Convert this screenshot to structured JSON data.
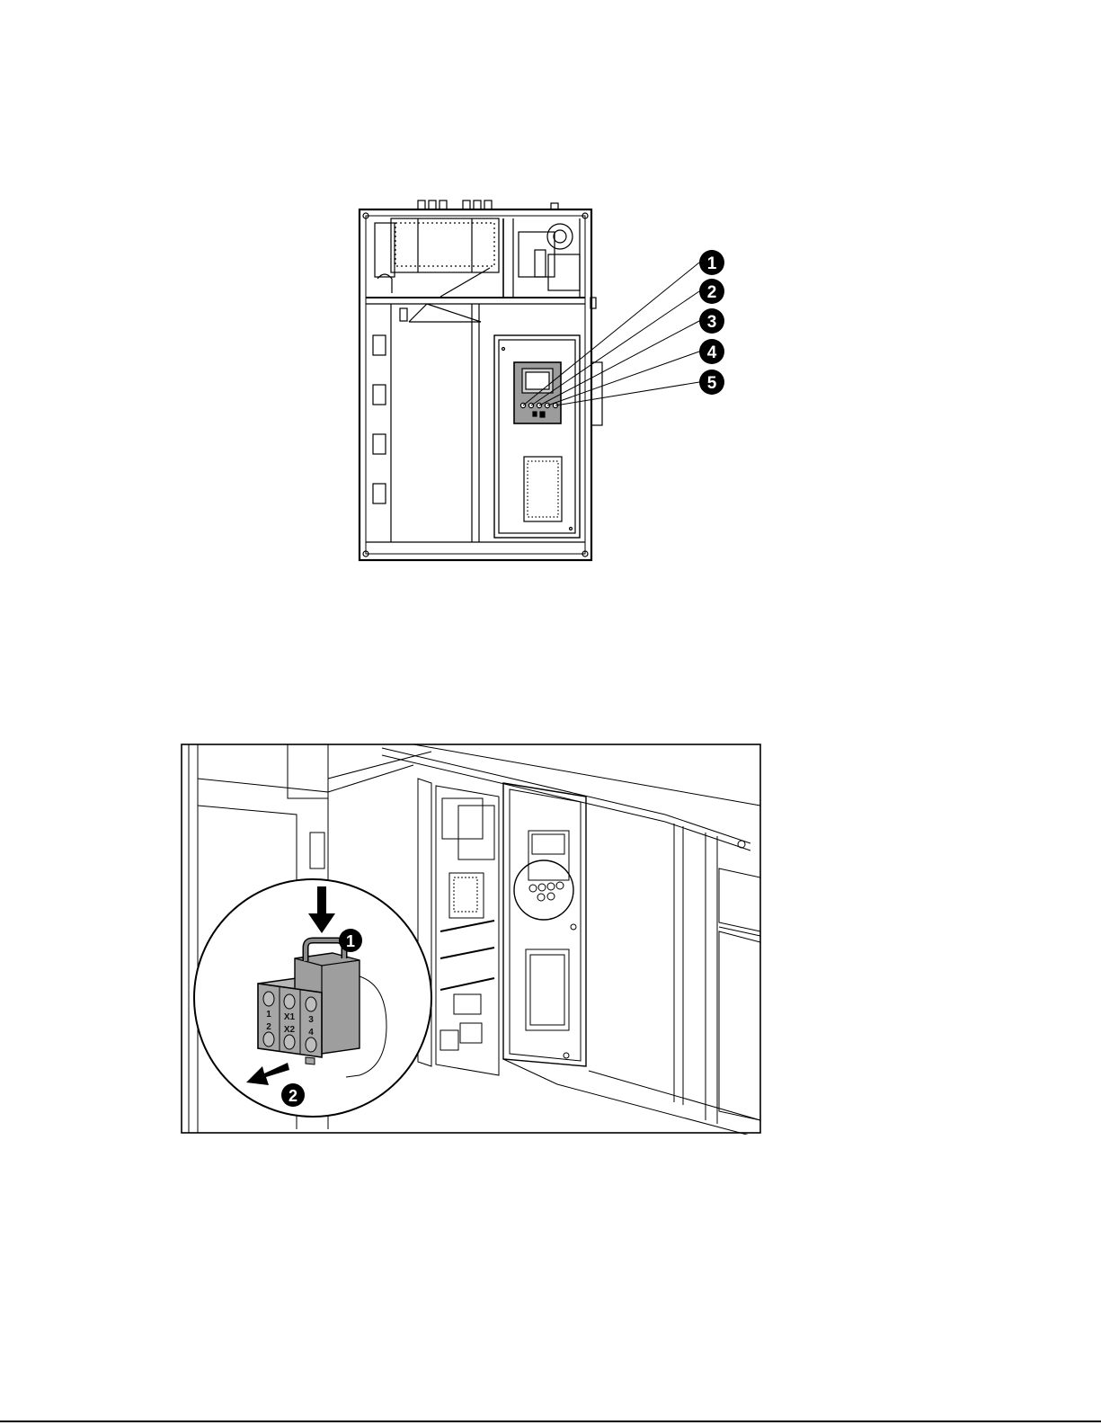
{
  "figure1": {
    "callouts": [
      "1",
      "2",
      "3",
      "4",
      "5"
    ]
  },
  "figure2": {
    "callouts": [
      "1",
      "2"
    ],
    "terminal_labels": [
      "1",
      "2",
      "X1",
      "X2",
      "3",
      "4"
    ]
  },
  "colors": {
    "line": "#000000",
    "connector_fill": "#a6a6a6",
    "callout_fill": "#000000",
    "background": "#ffffff"
  }
}
